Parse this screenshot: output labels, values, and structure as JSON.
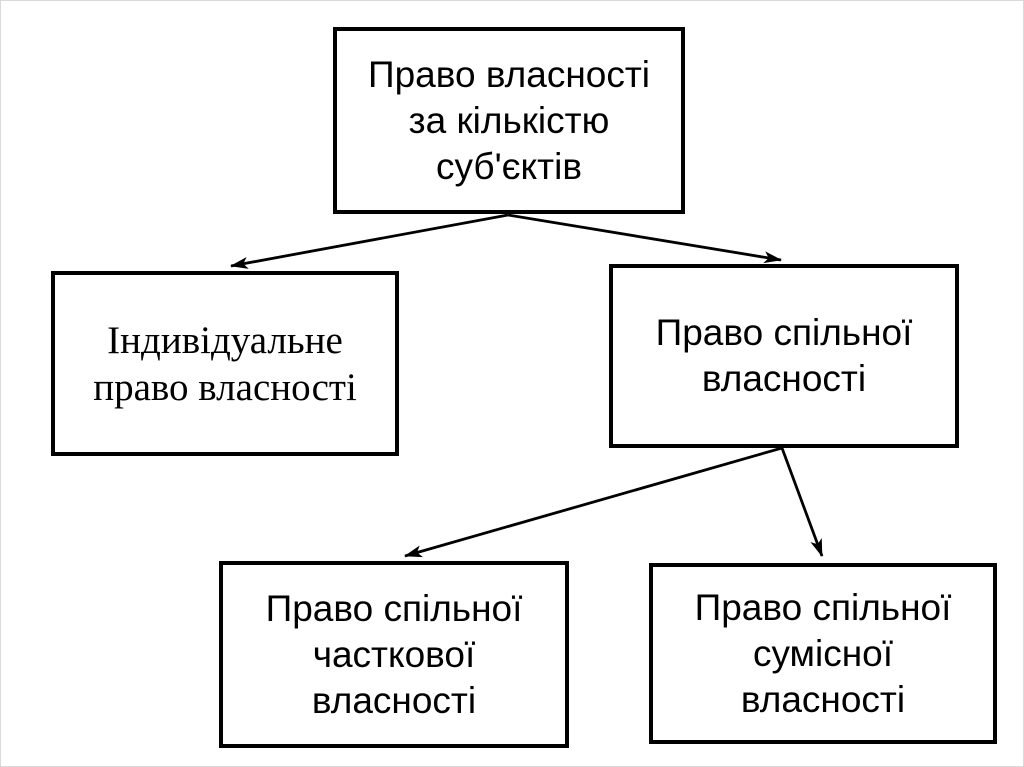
{
  "diagram": {
    "language": "uk",
    "topic": "Право власності за кількістю суб'єктів",
    "nodes": {
      "root": {
        "text": "Право власності за кількістю суб'єктів",
        "lines": [
          "Право власності",
          "за кількістю",
          "суб'єктів"
        ]
      },
      "individual": {
        "text": "Індивідуальне право власності",
        "lines": [
          "Індивідуальне",
          "право власності"
        ]
      },
      "common": {
        "text": "Право спільної власності",
        "lines": [
          "Право спільної",
          "власності"
        ]
      },
      "common_partial": {
        "text": "Право спільної часткової власності",
        "lines": [
          "Право спільної",
          "часткової",
          "власності"
        ]
      },
      "common_joint": {
        "text": "Право спільної сумісної власності",
        "lines": [
          "Право спільної",
          "сумісної",
          "власності"
        ]
      }
    },
    "edges": [
      {
        "from": "root",
        "to": "individual"
      },
      {
        "from": "root",
        "to": "common"
      },
      {
        "from": "common",
        "to": "common_partial"
      },
      {
        "from": "common",
        "to": "common_joint"
      }
    ],
    "colors": {
      "background": "#ffffff",
      "box_border": "#000000",
      "text": "#000000",
      "arrow": "#000000",
      "outer_frame": "#d9d9d9"
    }
  }
}
